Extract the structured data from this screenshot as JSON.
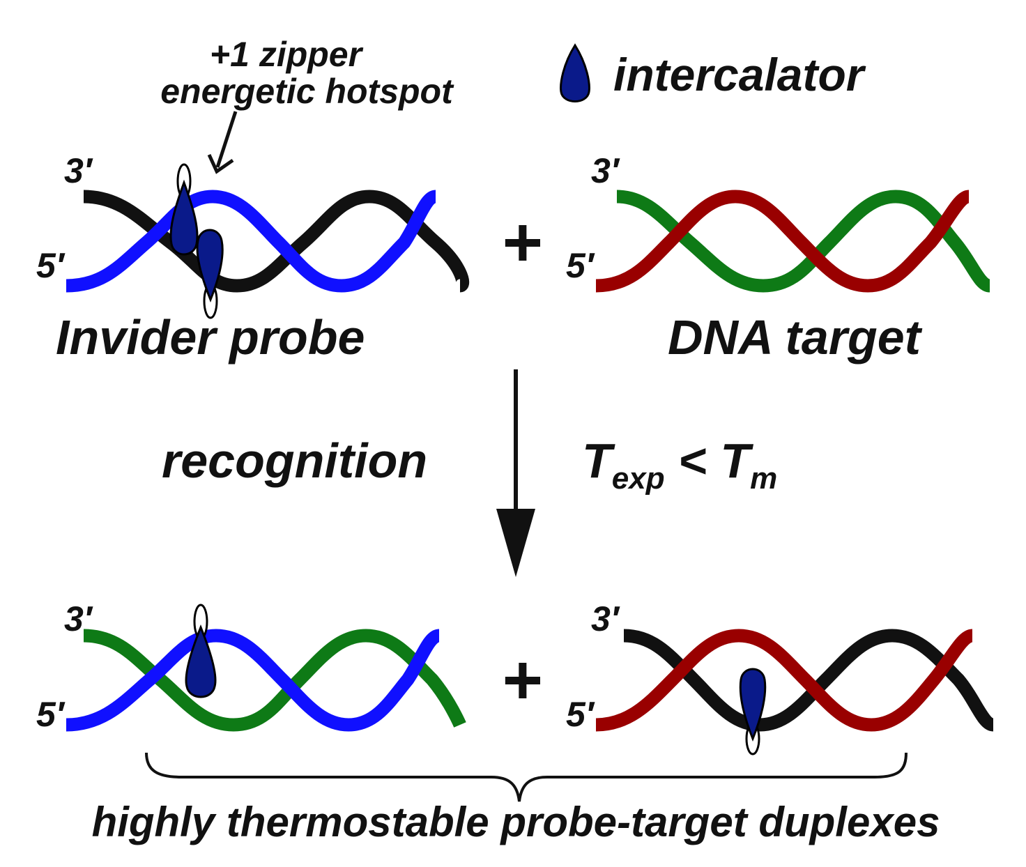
{
  "header": {
    "hotspot_line1": "+1 zipper",
    "hotspot_line2": "energetic hotspot",
    "legend_label": "intercalator"
  },
  "top": {
    "probe": {
      "end3": "3′",
      "end5": "5′",
      "label": "Invider probe"
    },
    "plus": "+",
    "target": {
      "end3": "3′",
      "end5": "5′",
      "label": "DNA target"
    }
  },
  "reaction": {
    "label": "recognition",
    "condition": {
      "T1": "T",
      "sub1": "exp",
      "op": " < ",
      "T2": "T",
      "sub2": "m"
    }
  },
  "bottom": {
    "left": {
      "end3": "3′",
      "end5": "5′"
    },
    "plus": "+",
    "right": {
      "end3": "3′",
      "end5": "5′"
    },
    "caption": "highly thermostable probe-target duplexes"
  },
  "colors": {
    "black_strand": "#111111",
    "blue_strand": "#1010ff",
    "green_strand": "#0e7a16",
    "red_strand": "#990000",
    "intercalator": "#0a1a8a"
  }
}
